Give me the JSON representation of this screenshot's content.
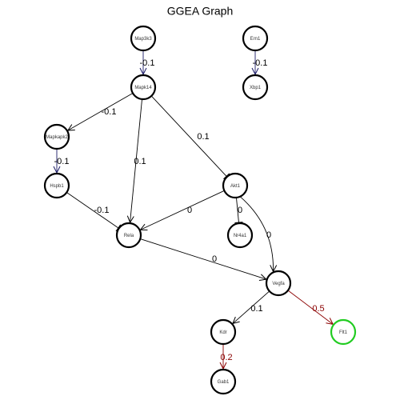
{
  "title": "GGEA Graph",
  "colors": {
    "node_stroke": "#000000",
    "highlight_stroke": "#22cc22",
    "edge_default": "#000000",
    "edge_highlight": "#8b0000",
    "edge_blue": "#1a1a66"
  },
  "nodes": [
    {
      "id": "Map3k3",
      "label": "Map3k3"
    },
    {
      "id": "Ern1",
      "label": "Ern1"
    },
    {
      "id": "Mapk14",
      "label": "Mapk14"
    },
    {
      "id": "Xbp1",
      "label": "Xbp1"
    },
    {
      "id": "Mapkapk2",
      "label": "Mapkapk2"
    },
    {
      "id": "Hspb1",
      "label": "Hspb1"
    },
    {
      "id": "Akt1",
      "label": "Akt1"
    },
    {
      "id": "Rela",
      "label": "Rela"
    },
    {
      "id": "Nr4a1",
      "label": "Nr4a1"
    },
    {
      "id": "Vegfa",
      "label": "Vegfa"
    },
    {
      "id": "Kdr",
      "label": "Kdr"
    },
    {
      "id": "Flt1",
      "label": "Flt1",
      "highlight": true
    },
    {
      "id": "Gab1",
      "label": "Gab1"
    }
  ],
  "edges": [
    {
      "from": "Map3k3",
      "to": "Mapk14",
      "label": "-0.1",
      "type": "activation",
      "color": "blue"
    },
    {
      "from": "Ern1",
      "to": "Xbp1",
      "label": "-0.1",
      "type": "activation",
      "color": "blue"
    },
    {
      "from": "Mapk14",
      "to": "Mapkapk2",
      "label": "-0.1",
      "type": "activation",
      "color": "default"
    },
    {
      "from": "Mapk14",
      "to": "Rela",
      "label": "0.1",
      "type": "activation",
      "color": "default"
    },
    {
      "from": "Mapk14",
      "to": "Akt1",
      "label": "0.1",
      "type": "inhibition",
      "color": "default"
    },
    {
      "from": "Mapkapk2",
      "to": "Hspb1",
      "label": "-0.1",
      "type": "activation",
      "color": "blue"
    },
    {
      "from": "Hspb1",
      "to": "Rela",
      "label": "-0.1",
      "type": "inhibition",
      "color": "default"
    },
    {
      "from": "Akt1",
      "to": "Rela",
      "label": "0",
      "type": "activation",
      "color": "default"
    },
    {
      "from": "Akt1",
      "to": "Nr4a1",
      "label": "0",
      "type": "inhibition",
      "color": "default"
    },
    {
      "from": "Akt1",
      "to": "Vegfa",
      "label": "0",
      "type": "activation",
      "color": "default"
    },
    {
      "from": "Rela",
      "to": "Vegfa",
      "label": "0",
      "type": "activation",
      "color": "default"
    },
    {
      "from": "Vegfa",
      "to": "Kdr",
      "label": "0.1",
      "type": "activation",
      "color": "default"
    },
    {
      "from": "Vegfa",
      "to": "Flt1",
      "label": "0.5",
      "type": "activation",
      "color": "highlight"
    },
    {
      "from": "Kdr",
      "to": "Gab1",
      "label": "0.2",
      "type": "activation",
      "color": "highlight"
    }
  ]
}
